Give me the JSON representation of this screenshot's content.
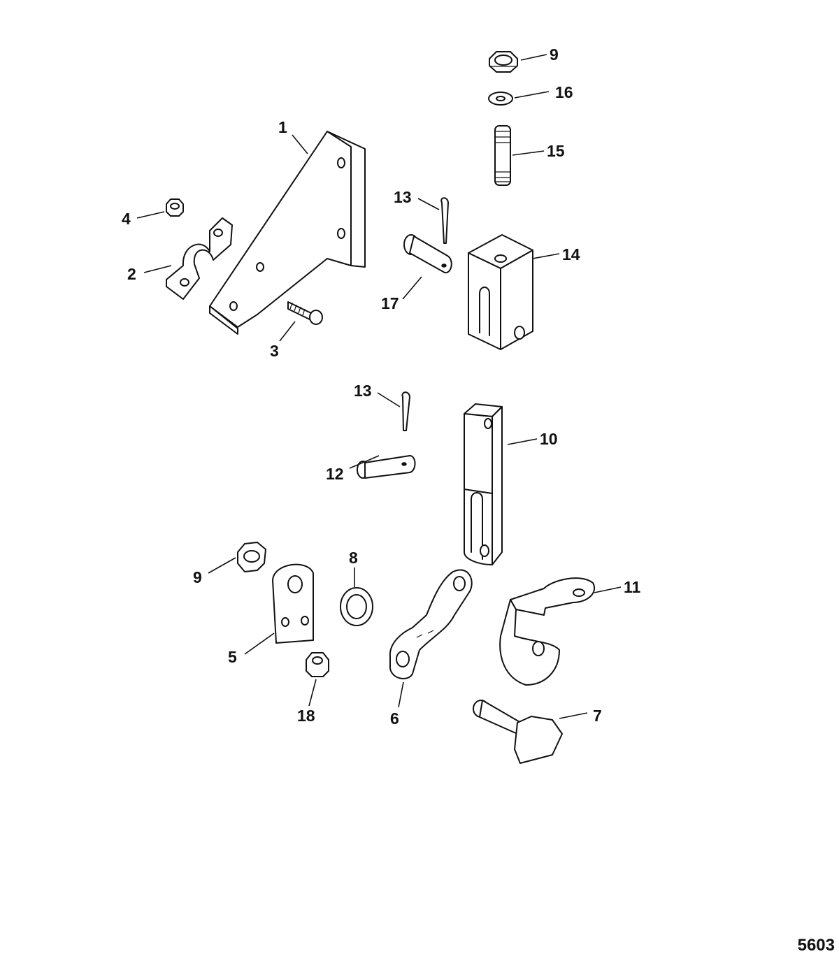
{
  "figure_number": "5603",
  "callouts": {
    "c1": "1",
    "c2": "2",
    "c3": "3",
    "c4": "4",
    "c5": "5",
    "c6": "6",
    "c7": "7",
    "c8": "8",
    "c9_top": "9",
    "c9_bottom": "9",
    "c10": "10",
    "c11": "11",
    "c12": "12",
    "c13_top": "13",
    "c13_mid": "13",
    "c14": "14",
    "c15": "15",
    "c16": "16",
    "c17": "17",
    "c18": "18"
  }
}
